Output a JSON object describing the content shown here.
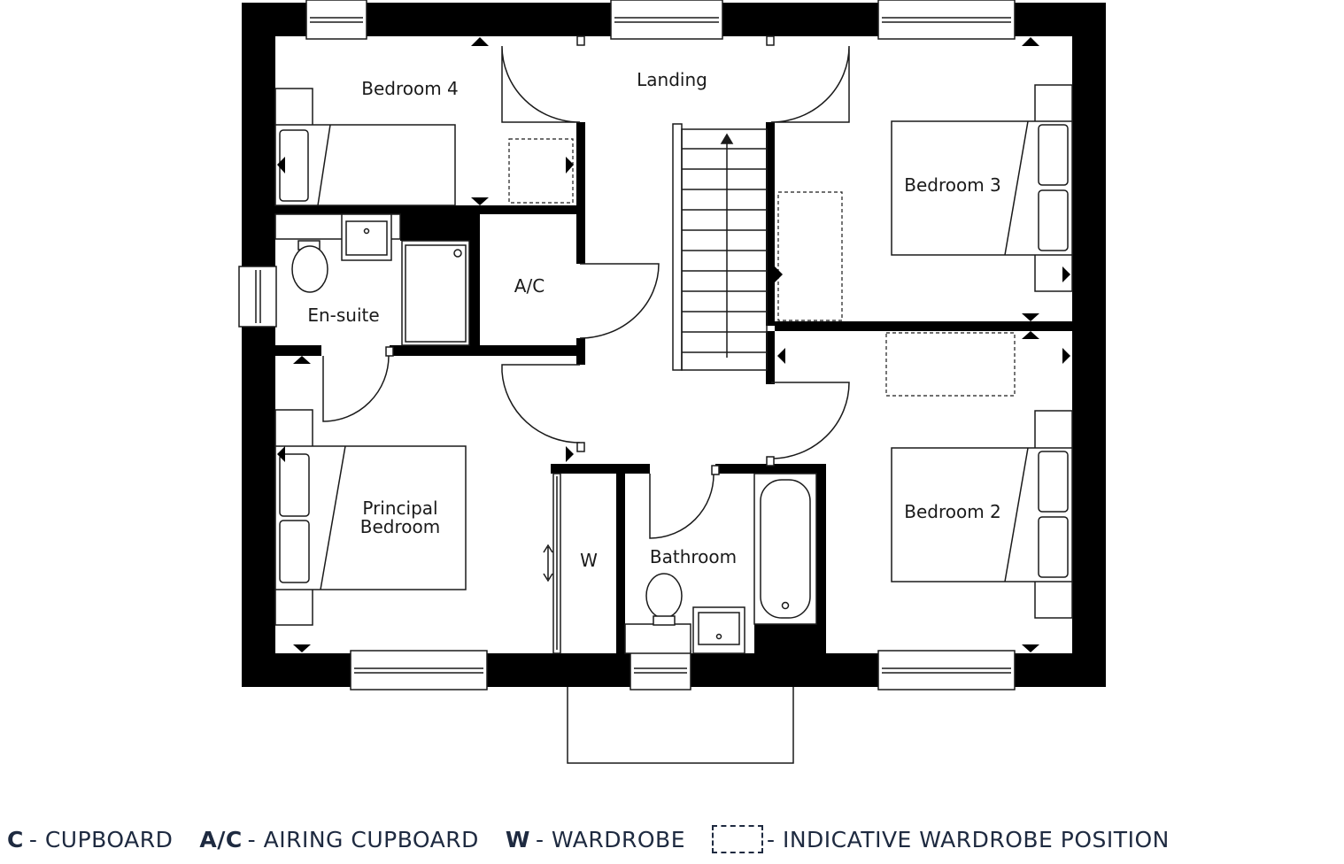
{
  "rooms": {
    "bedroom4": "Bedroom 4",
    "landing": "Landing",
    "bedroom3": "Bedroom 3",
    "ensuite": "En-suite",
    "airing": "A/C",
    "principal_line1": "Principal",
    "principal_line2": "Bedroom",
    "wardrobe": "W",
    "bathroom": "Bathroom",
    "bedroom2": "Bedroom 2"
  },
  "legend": [
    {
      "key": "C",
      "text": "- CUPBOARD"
    },
    {
      "key": "A/C",
      "text": "- AIRING CUPBOARD"
    },
    {
      "key": "W",
      "text": "- WARDROBE"
    },
    {
      "key": "",
      "text": "- INDICATIVE WARDROBE POSITION"
    }
  ],
  "colors": {
    "wall": "#000000",
    "line": "#1a1a1a",
    "legend_text": "#1e2a40",
    "background": "#ffffff"
  }
}
